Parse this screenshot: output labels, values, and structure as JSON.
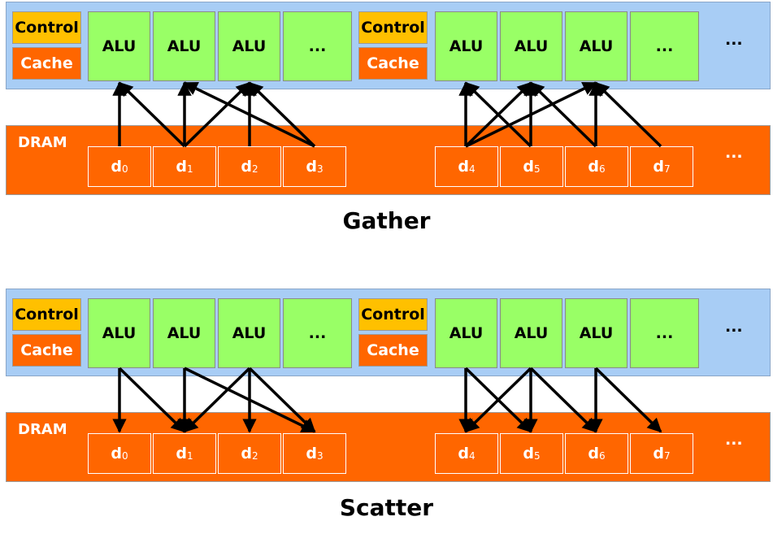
{
  "labels": {
    "control": "Control",
    "cache": "Cache",
    "alu": "ALU",
    "ellipsis": "...",
    "dram": "DRAM",
    "data_letter": "d"
  },
  "cells": [
    "0",
    "1",
    "2",
    "3",
    "4",
    "5",
    "6",
    "7"
  ],
  "diagrams": [
    {
      "caption": "Gather",
      "direction": "dram-to-alu",
      "connections": [
        [
          0,
          0
        ],
        [
          1,
          0
        ],
        [
          1,
          1
        ],
        [
          1,
          2
        ],
        [
          2,
          2
        ],
        [
          3,
          1
        ],
        [
          3,
          2
        ],
        [
          4,
          4
        ],
        [
          4,
          5
        ],
        [
          4,
          6
        ],
        [
          5,
          4
        ],
        [
          5,
          5
        ],
        [
          6,
          5
        ],
        [
          6,
          6
        ],
        [
          7,
          6
        ]
      ]
    },
    {
      "caption": "Scatter",
      "direction": "alu-to-dram",
      "connections": [
        [
          0,
          0
        ],
        [
          0,
          1
        ],
        [
          1,
          1
        ],
        [
          1,
          3
        ],
        [
          2,
          1
        ],
        [
          2,
          2
        ],
        [
          2,
          3
        ],
        [
          4,
          4
        ],
        [
          4,
          5
        ],
        [
          5,
          4
        ],
        [
          5,
          5
        ],
        [
          5,
          6
        ],
        [
          6,
          6
        ],
        [
          6,
          7
        ]
      ]
    }
  ],
  "colors": {
    "gpu_bar": "#a8cdf5",
    "alu": "#99ff66",
    "control": "#ffc000",
    "cache_dram": "#ff6600",
    "arrow": "#000000"
  }
}
